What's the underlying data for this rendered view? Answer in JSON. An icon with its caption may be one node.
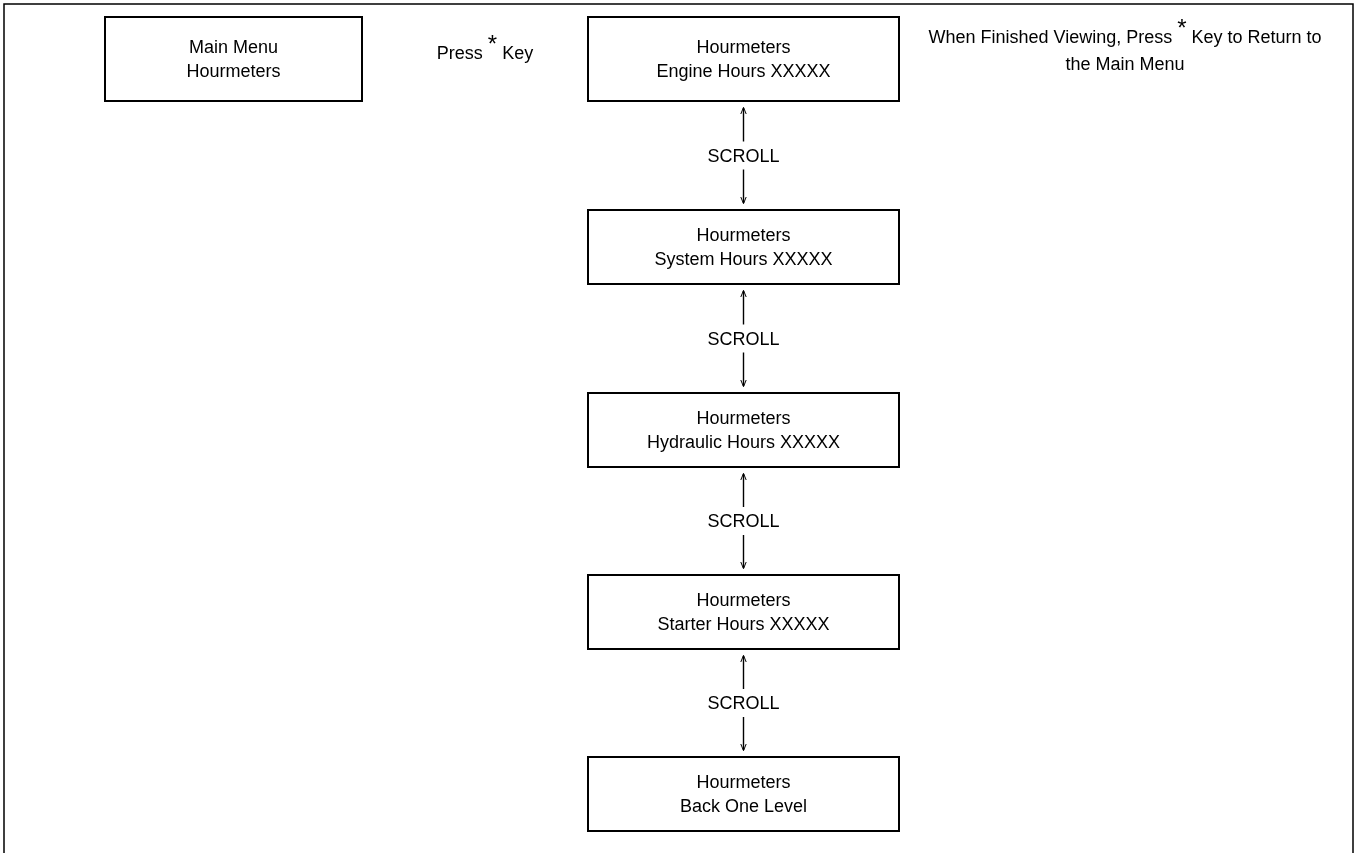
{
  "diagram": {
    "nodes": [
      {
        "text": [
          "Main Menu",
          "Hourmeters"
        ]
      },
      {
        "text": [
          "Hourmeters",
          "Engine Hours XXXXX"
        ]
      },
      {
        "text": [
          "Hourmeters",
          "System Hours XXXXX"
        ]
      },
      {
        "text": [
          "Hourmeters",
          "Hydraulic Hours XXXXX"
        ]
      },
      {
        "text": [
          "Hourmeters",
          "Starter Hours XXXXX"
        ]
      },
      {
        "text": [
          "Hourmeters",
          "Back One Level"
        ]
      }
    ],
    "edges": [
      {
        "from": 1,
        "to": 2,
        "arrow": "both",
        "label": "SCROLL"
      },
      {
        "from": 2,
        "to": 3,
        "arrow": "both",
        "label": "SCROLL"
      },
      {
        "from": 3,
        "to": 4,
        "arrow": "both",
        "label": "SCROLL"
      },
      {
        "from": 4,
        "to": 5,
        "arrow": "both",
        "label": "SCROLL"
      }
    ],
    "labels": [
      "Press $^{*}$ Key",
      "When Finished Viewing, Press $^{*}$ Key to Return to the Main Menu"
    ]
  }
}
